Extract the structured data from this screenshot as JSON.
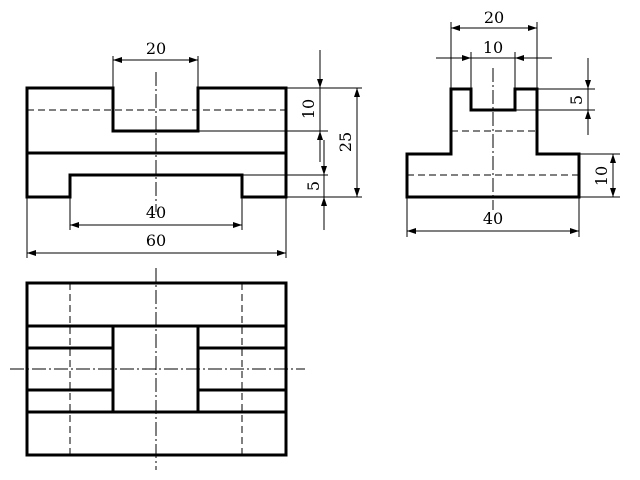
{
  "front_view": {
    "dim_top_slot": "20",
    "dim_bottom_slot": "40",
    "dim_overall_width": "60",
    "dim_slot_depth": "10",
    "dim_overall_height": "25",
    "dim_bottom_depth": "5"
  },
  "side_view": {
    "dim_outer_top": "20",
    "dim_inner_top": "10",
    "dim_slot_depth": "5",
    "dim_base_height": "10",
    "dim_base_width": "40"
  },
  "colors": {
    "ink": "#000000",
    "paper": "#ffffff"
  }
}
